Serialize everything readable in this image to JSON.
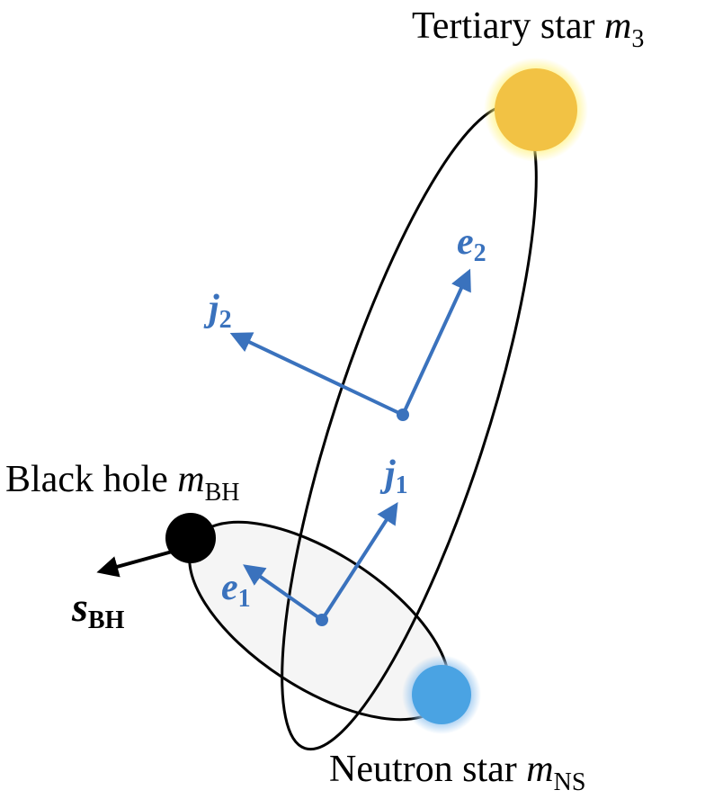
{
  "labels": {
    "tertiary_text": "Tertiary star ",
    "tertiary_symbol": "m",
    "tertiary_sub": "3",
    "bh_text": "Black hole ",
    "bh_symbol": "m",
    "bh_sub": "BH",
    "ns_text": "Neutron star ",
    "ns_symbol": "m",
    "ns_sub": "NS"
  },
  "vectors": {
    "j2": {
      "symbol": "j",
      "sub": "2"
    },
    "e2": {
      "symbol": "e",
      "sub": "2"
    },
    "j1": {
      "symbol": "j",
      "sub": "1"
    },
    "e1": {
      "symbol": "e",
      "sub": "1"
    },
    "sbh": {
      "symbol": "s",
      "sub": "BH"
    }
  },
  "colors": {
    "vector_blue": "#3a72bd",
    "black": "#000000",
    "inner_orbit_fill": "#f5f5f5",
    "tertiary_star": "#f2c244",
    "tertiary_glow": "#fff27a",
    "neutron_star": "#4aa3e3",
    "neutron_glow": "#9bc8f0",
    "black_hole": "#000000"
  }
}
